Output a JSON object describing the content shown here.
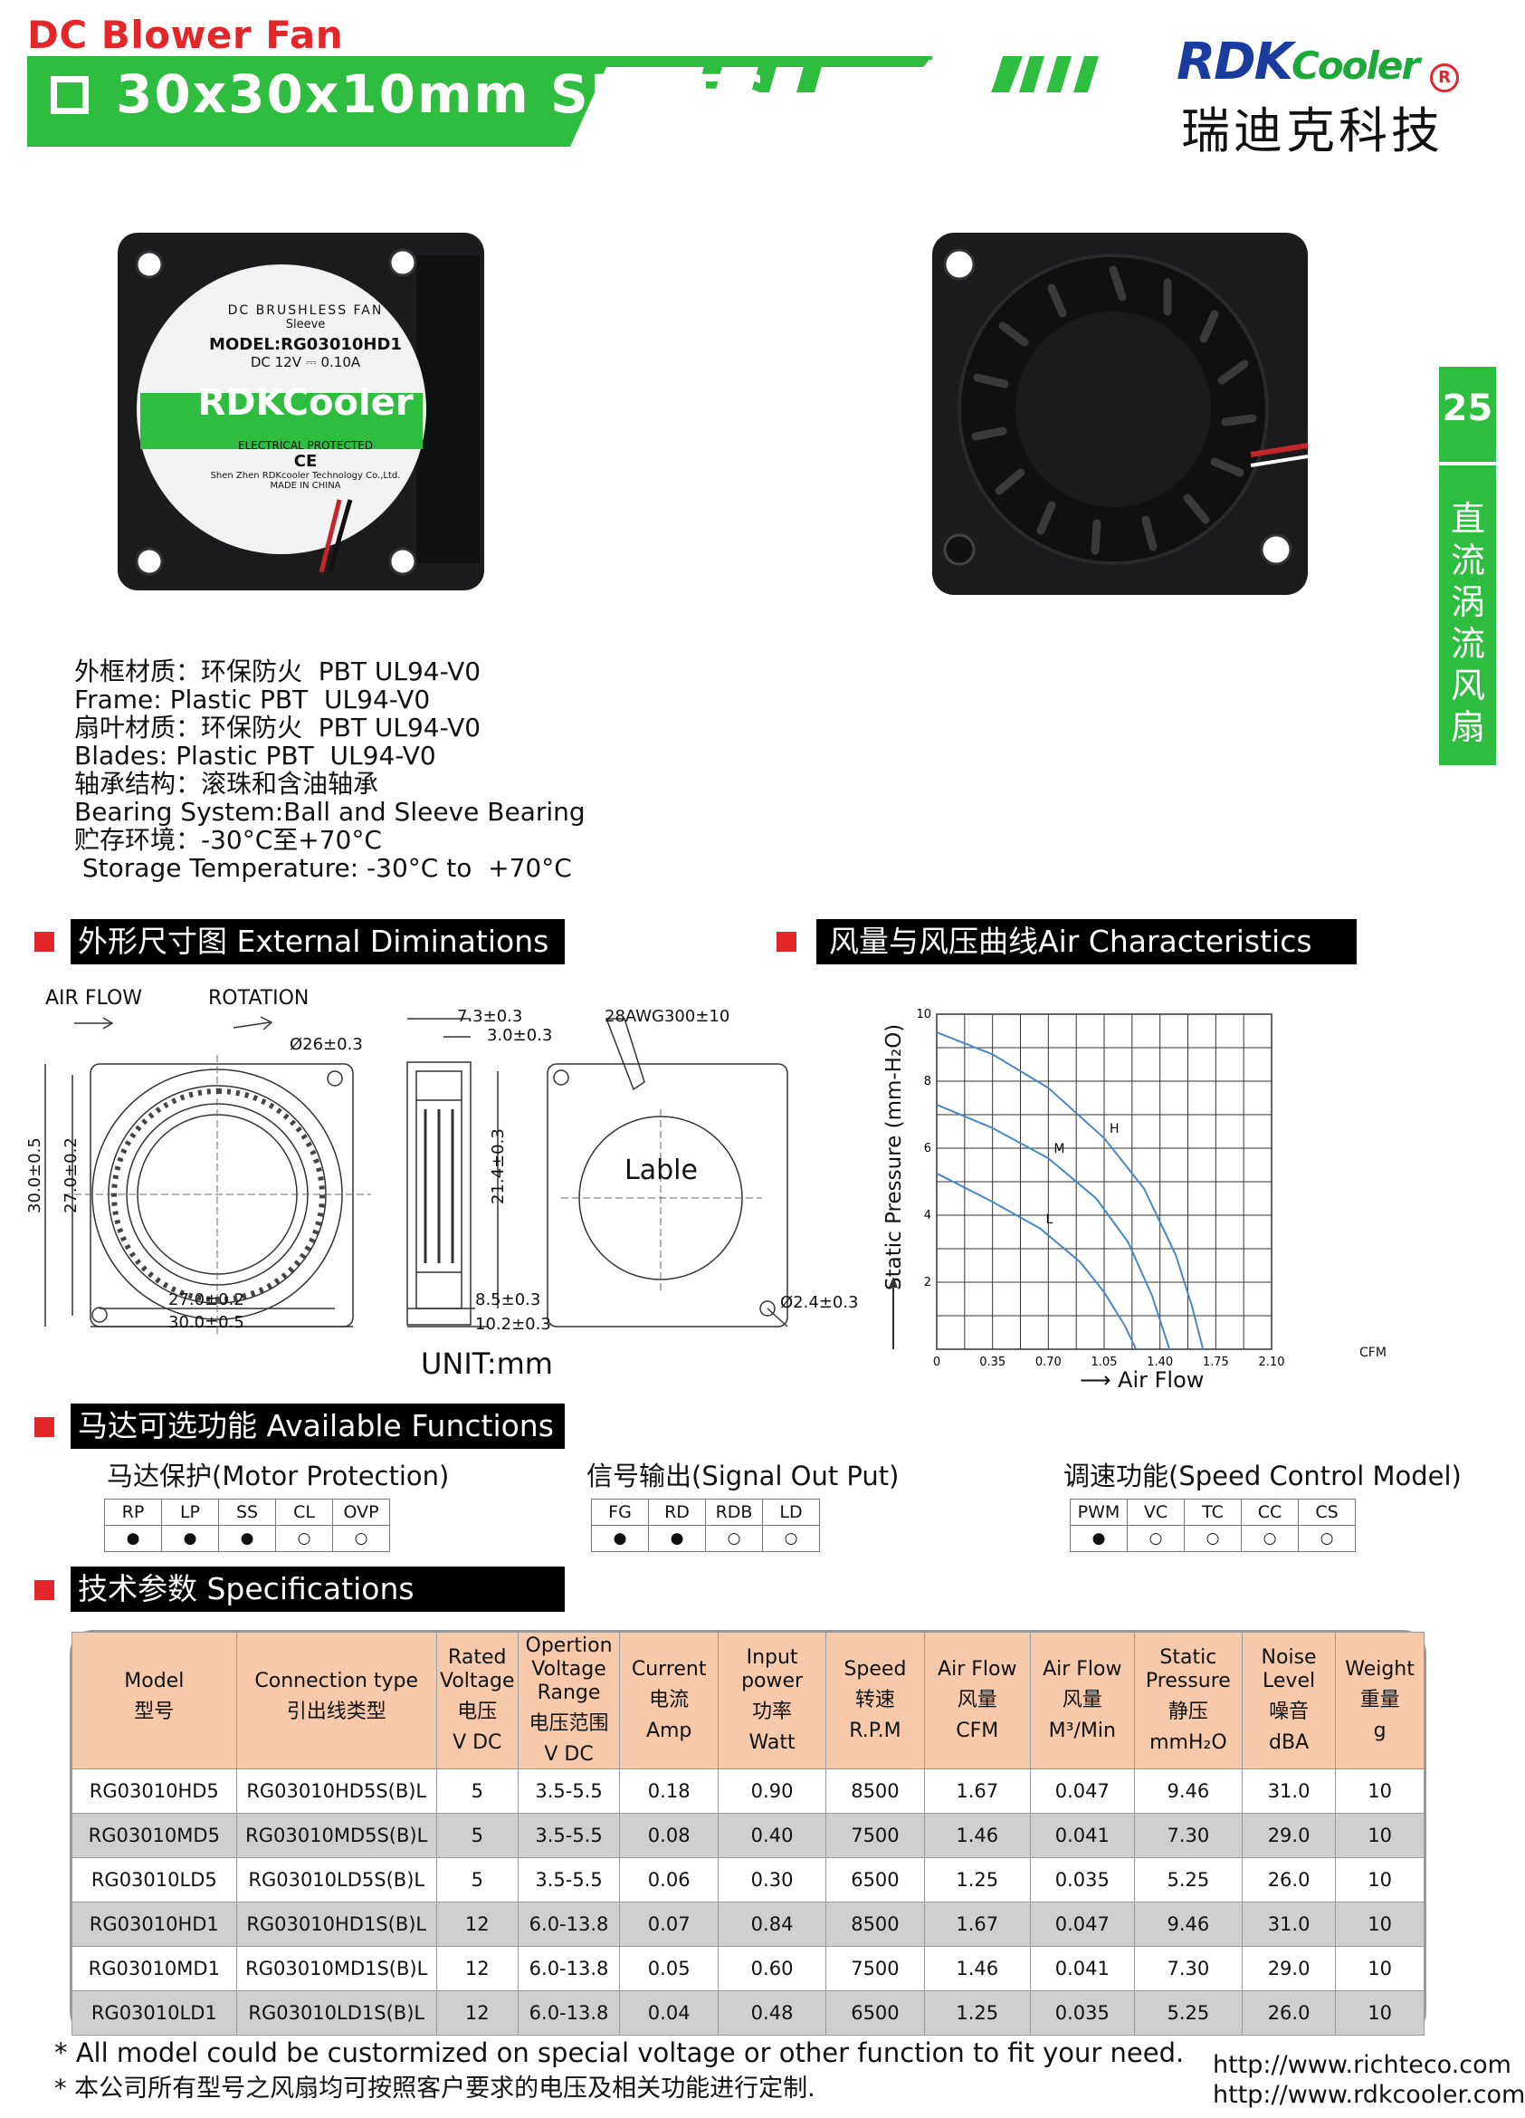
{
  "header": {
    "category": "DC Blower Fan",
    "series": "30x30x10mm SERIES",
    "logo_main": "RDK",
    "logo_accent": "Cooler",
    "logo_reg": "R",
    "company_cn": "瑞迪克科技"
  },
  "side_tab": {
    "page_number": "25",
    "label_cn": "直流涡流风扇"
  },
  "fan_label": {
    "line1": "DC BRUSHLESS FAN",
    "line2": "Sleeve",
    "model": "MODEL:RG03010HD1",
    "rating": "DC 12V  ⎓  0.10A",
    "brand": "RDKCooler",
    "protect": "ELECTRICAL PROTECTED",
    "ce": "CE",
    "maker": "Shen Zhen RDKcooler Technology Co.,Ltd.",
    "origin": "MADE IN CHINA"
  },
  "materials": [
    "外框材质：环保防火  PBT UL94-V0",
    "Frame: Plastic PBT  UL94-V0",
    "扇叶材质：环保防火  PBT UL94-V0",
    "Blades: Plastic PBT  UL94-V0",
    "轴承结构：滚珠和含油轴承",
    "Bearing System:Ball and Sleeve Bearing",
    "贮存环境：-30°C至+70°C",
    " Storage Temperature: -30°C to  +70°C"
  ],
  "sections": {
    "dimensions": "外形尺寸图  External Diminations",
    "air": "风量与风压曲线Air Characteristics",
    "functions": "马达可选功能  Available Functions",
    "specs": "技术参数  Specifications"
  },
  "dimensions": {
    "air_flow": "AIR FLOW",
    "rotation": "ROTATION",
    "d26": "Ø26±0.3",
    "h30": "30.0±0.5",
    "h27": "27.0±0.2",
    "w27": "27.0±0.2",
    "w30": "30.0±0.5",
    "t73": "7.3±0.3",
    "t30": "3.0±0.3",
    "h214": "21.4±0.3",
    "t85": "8.5±0.3",
    "t102": "10.2±0.3",
    "wire": "28AWG300±10",
    "label": "Lable",
    "hole": "Ø2.4±0.3",
    "unit": "UNIT:mm"
  },
  "chart_data": {
    "type": "line",
    "ylabel": "Static Pressure  (mm-H₂O)",
    "xlabel": "Air Flow",
    "x_unit": "CFM",
    "xlim": [
      0,
      2.1
    ],
    "ylim": [
      0,
      10
    ],
    "x_ticks": [
      "0",
      "0.35",
      "0.70",
      "1.05",
      "1.40",
      "1.75",
      "2.10"
    ],
    "y_ticks": [
      "2",
      "4",
      "6",
      "8",
      "10"
    ],
    "series": [
      {
        "name": "H",
        "x": [
          0,
          0.35,
          0.7,
          1.05,
          1.3,
          1.5,
          1.6,
          1.67
        ],
        "y": [
          9.46,
          8.8,
          7.8,
          6.3,
          4.8,
          2.8,
          1.3,
          0
        ]
      },
      {
        "name": "M",
        "x": [
          0,
          0.35,
          0.7,
          1.0,
          1.2,
          1.35,
          1.46
        ],
        "y": [
          7.3,
          6.6,
          5.7,
          4.5,
          3.2,
          1.6,
          0
        ]
      },
      {
        "name": "L",
        "x": [
          0,
          0.35,
          0.65,
          0.9,
          1.05,
          1.18,
          1.25
        ],
        "y": [
          5.25,
          4.4,
          3.6,
          2.6,
          1.7,
          0.7,
          0
        ]
      }
    ]
  },
  "functions": {
    "motor": {
      "title": "马达保护(Motor Protection)",
      "cols": [
        "RP",
        "LP",
        "SS",
        "CL",
        "OVP"
      ],
      "marks": [
        "●",
        "●",
        "●",
        "○",
        "○"
      ]
    },
    "signal": {
      "title": "信号输出(Signal Out Put)",
      "cols": [
        "FG",
        "RD",
        "RDB",
        "LD"
      ],
      "marks": [
        "●",
        "●",
        "○",
        "○"
      ]
    },
    "speed": {
      "title": "调速功能(Speed Control Model)",
      "cols": [
        "PWM",
        "VC",
        "TC",
        "CC",
        "CS"
      ],
      "marks": [
        "●",
        "○",
        "○",
        "○",
        "○"
      ]
    }
  },
  "spec_table": {
    "headers": [
      {
        "en": "Model",
        "cn": "型号",
        "unit": ""
      },
      {
        "en": "Connection type",
        "cn": "引出线类型",
        "unit": ""
      },
      {
        "en": "Rated Voltage",
        "cn": "电压",
        "unit": "V DC"
      },
      {
        "en": "Opertion Voltage Range",
        "cn": "电压范围",
        "unit": "V DC"
      },
      {
        "en": "Current",
        "cn": "电流",
        "unit": "Amp"
      },
      {
        "en": "Input power",
        "cn": "功率",
        "unit": "Watt"
      },
      {
        "en": "Speed",
        "cn": "转速",
        "unit": "R.P.M"
      },
      {
        "en": "Air Flow",
        "cn": "风量",
        "unit": "CFM"
      },
      {
        "en": "Air Flow",
        "cn": "风量",
        "unit": "M³/Min"
      },
      {
        "en": "Static Pressure",
        "cn": "静压",
        "unit": "mmH₂O"
      },
      {
        "en": "Noise Level",
        "cn": "噪音",
        "unit": "dBA"
      },
      {
        "en": "Weight",
        "cn": "重量",
        "unit": "g"
      }
    ],
    "rows": [
      [
        "RG03010HD5",
        "RG03010HD5S(B)L",
        "5",
        "3.5-5.5",
        "0.18",
        "0.90",
        "8500",
        "1.67",
        "0.047",
        "9.46",
        "31.0",
        "10"
      ],
      [
        "RG03010MD5",
        "RG03010MD5S(B)L",
        "5",
        "3.5-5.5",
        "0.08",
        "0.40",
        "7500",
        "1.46",
        "0.041",
        "7.30",
        "29.0",
        "10"
      ],
      [
        "RG03010LD5",
        "RG03010LD5S(B)L",
        "5",
        "3.5-5.5",
        "0.06",
        "0.30",
        "6500",
        "1.25",
        "0.035",
        "5.25",
        "26.0",
        "10"
      ],
      [
        "RG03010HD1",
        "RG03010HD1S(B)L",
        "12",
        "6.0-13.8",
        "0.07",
        "0.84",
        "8500",
        "1.67",
        "0.047",
        "9.46",
        "31.0",
        "10"
      ],
      [
        "RG03010MD1",
        "RG03010MD1S(B)L",
        "12",
        "6.0-13.8",
        "0.05",
        "0.60",
        "7500",
        "1.46",
        "0.041",
        "7.30",
        "29.0",
        "10"
      ],
      [
        "RG03010LD1",
        "RG03010LD1S(B)L",
        "12",
        "6.0-13.8",
        "0.04",
        "0.48",
        "6500",
        "1.25",
        "0.035",
        "5.25",
        "26.0",
        "10"
      ]
    ]
  },
  "footer": {
    "note_en": "* All model could be custormized on special voltage or other function to fit your need.",
    "note_cn": "* 本公司所有型号之风扇均可按照客户要求的电压及相关功能进行定制.",
    "url1": "http://www.richteco.com",
    "url2": "http://www.rdkcooler.com"
  },
  "colors": {
    "accent_green": "#2ebd3f",
    "accent_red": "#e2262a",
    "brand_blue": "#1a3c9c",
    "table_header": "#f7c9ab"
  }
}
